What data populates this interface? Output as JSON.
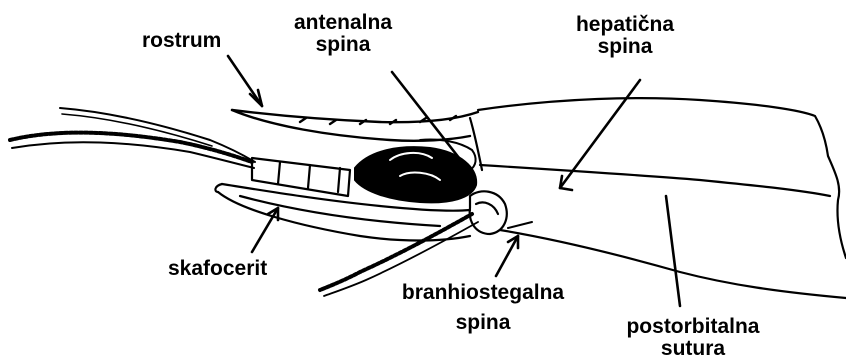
{
  "labels": {
    "rostrum": "rostrum",
    "antenalna_line1": "antenalna",
    "antenalna_line2": "spina",
    "hepaticna_line1": "hepatična",
    "hepaticna_line2": "spina",
    "skafocerit": "skafocerit",
    "branhiostegalna_line1": "branhiostegalna",
    "branhiostegalna_line2": "spina",
    "postorbitalna_line1": "postorbitalna",
    "postorbitalna_line2": "sutura"
  },
  "colors": {
    "ink": "#000000",
    "background": "#ffffff"
  }
}
